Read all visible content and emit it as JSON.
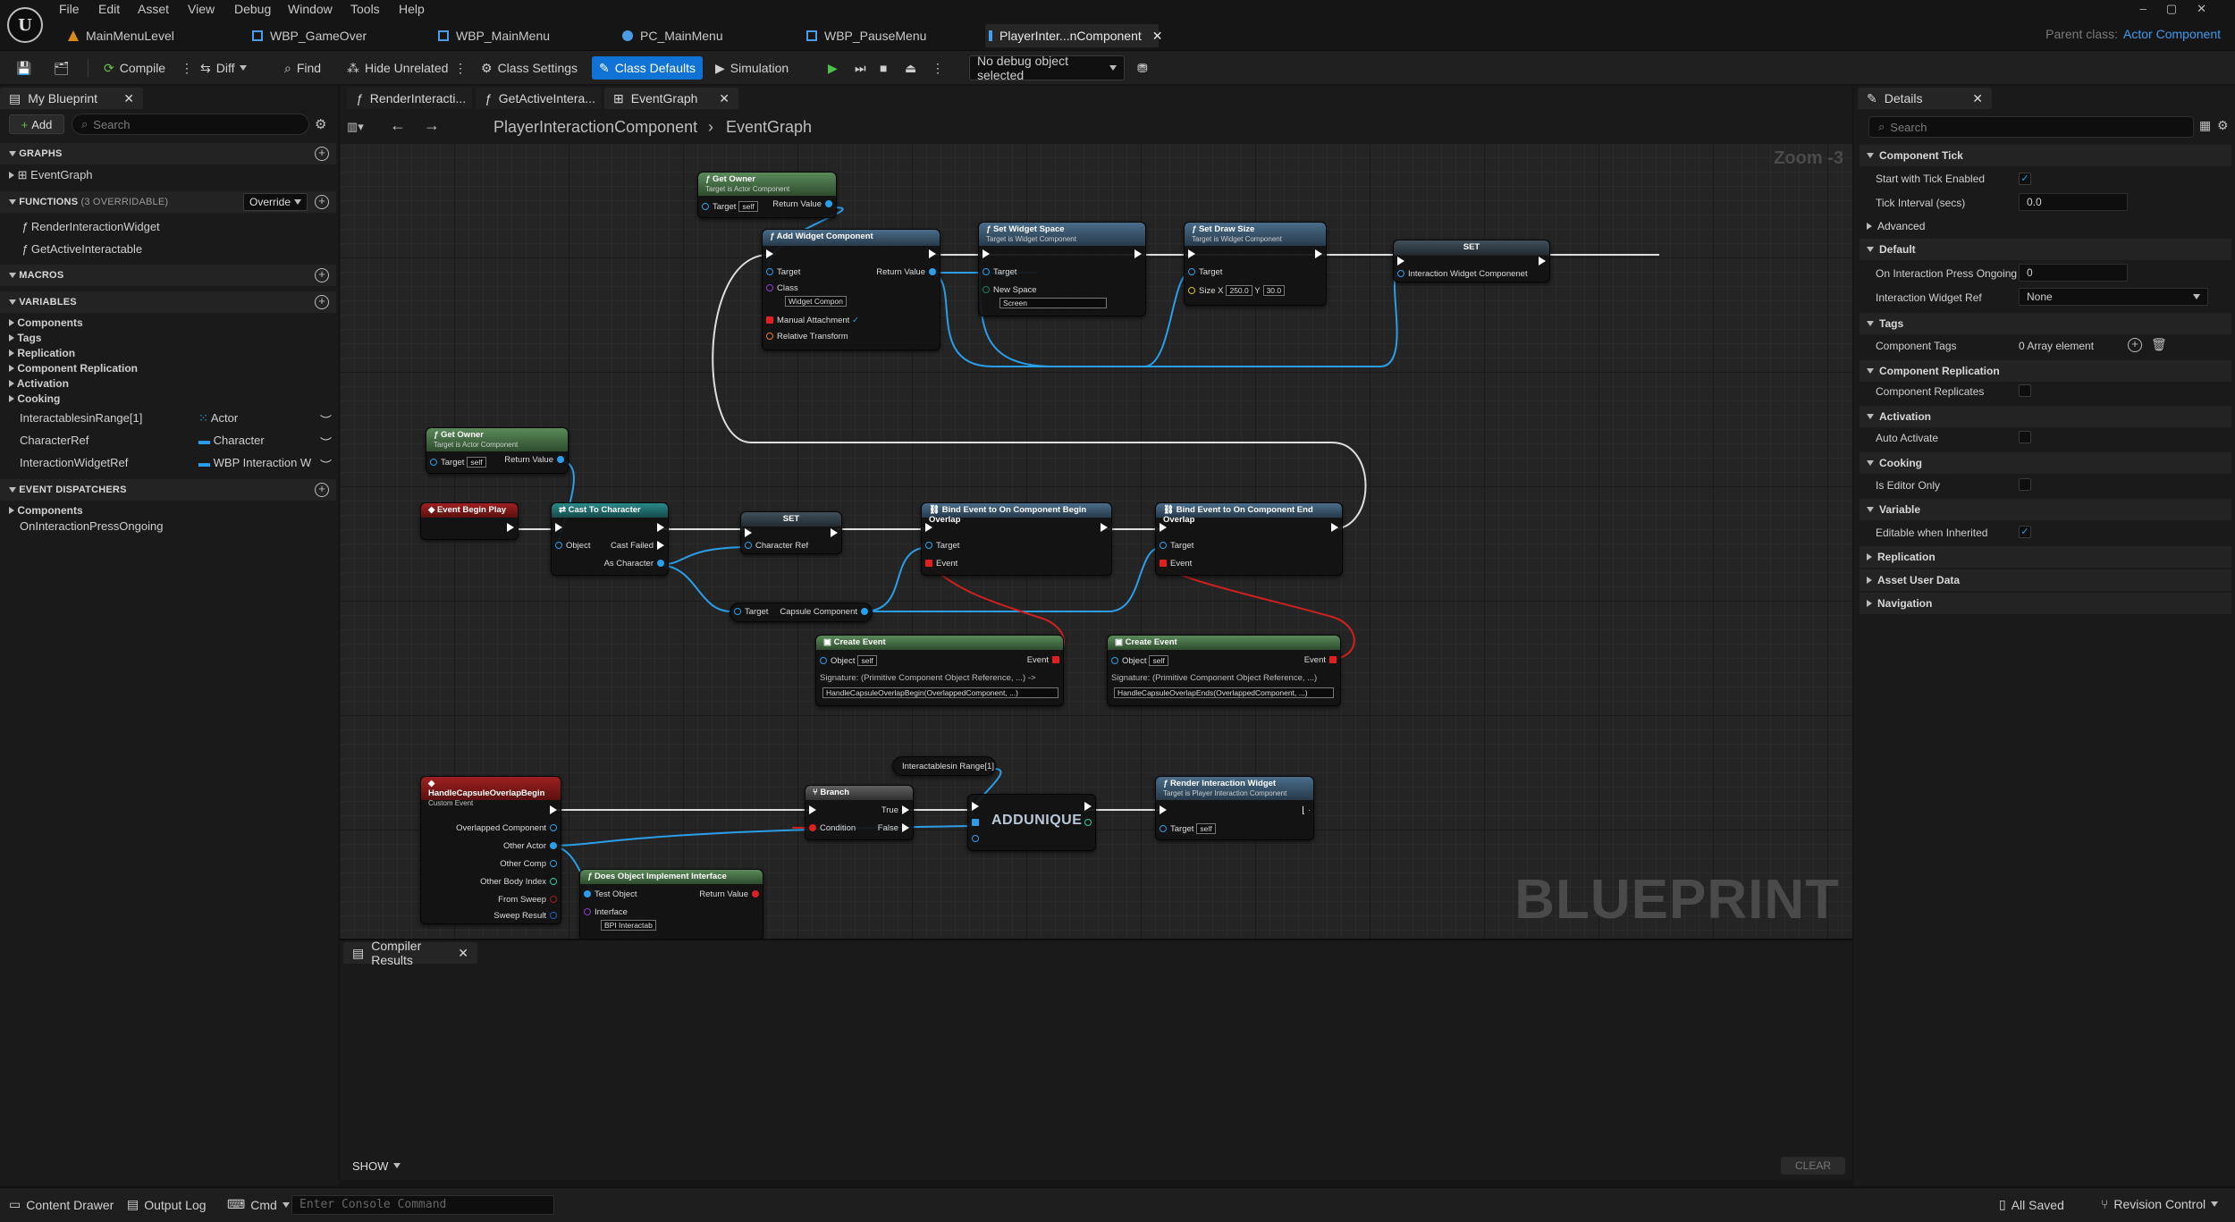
{
  "menu": [
    "File",
    "Edit",
    "Asset",
    "View",
    "Debug",
    "Window",
    "Tools",
    "Help"
  ],
  "tabs": [
    "MainMenuLevel",
    "WBP_GameOver",
    "WBP_MainMenu",
    "PC_MainMenu",
    "WBP_PauseMenu",
    "PlayerInter...nComponent"
  ],
  "parent_class": {
    "label": "Parent class:",
    "value": "Actor Component"
  },
  "toolbar": {
    "compile": "Compile",
    "diff": "Diff",
    "find": "Find",
    "hide_unrelated": "Hide Unrelated",
    "class_settings": "Class Settings",
    "class_defaults": "Class Defaults",
    "simulation": "Simulation",
    "debug_select": "No debug object selected"
  },
  "my_blueprint": {
    "title": "My Blueprint",
    "add": "Add",
    "search_placeholder": "Search",
    "graphs_header": "GRAPHS",
    "graphs": [
      "EventGraph"
    ],
    "functions_header": "FUNCTIONS",
    "functions_count": "(3 OVERRIDABLE)",
    "override": "Override",
    "functions": [
      "RenderInteractionWidget",
      "GetActiveInteractable"
    ],
    "macros_header": "MACROS",
    "variables_header": "VARIABLES",
    "variable_groups": [
      "Components",
      "Tags",
      "Replication",
      "Component Replication",
      "Activation",
      "Cooking"
    ],
    "variables": [
      {
        "name": "InteractablesinRange[1]",
        "type": "Actor",
        "color": "#2a9ee8"
      },
      {
        "name": "CharacterRef",
        "type": "Character",
        "color": "#2a9ee8"
      },
      {
        "name": "InteractionWidgetRef",
        "type": "WBP Interaction W",
        "color": "#2a9ee8"
      }
    ],
    "dispatchers_header": "EVENT DISPATCHERS",
    "dispatcher_group": "Components",
    "dispatchers": [
      "OnInteractionPressOngoing"
    ]
  },
  "graph_tabs": [
    "RenderInteracti...",
    "GetActiveIntera...",
    "EventGraph"
  ],
  "breadcrumb": {
    "root": "PlayerInteractionComponent",
    "leaf": "EventGraph"
  },
  "zoom": "Zoom -3",
  "watermark": "BLUEPRINT",
  "nodes": {
    "get_owner1": {
      "title": "Get Owner",
      "sub": "Target is Actor Component",
      "target": "Target",
      "self": "self",
      "ret": "Return Value"
    },
    "add_widget": {
      "title": "Add Widget Component",
      "target": "Target",
      "ret": "Return Value",
      "class": "Class",
      "class_val": "Widget Compon",
      "manual": "Manual Attachment",
      "rel": "Relative Transform"
    },
    "set_space": {
      "title": "Set Widget Space",
      "sub": "Target is Widget Component",
      "target": "Target",
      "new_space": "New Space",
      "space_val": "Screen"
    },
    "set_draw": {
      "title": "Set Draw Size",
      "sub": "Target is Widget Component",
      "target": "Target",
      "size": "Size",
      "x": "X",
      "xv": "250.0",
      "y": "Y",
      "yv": "30.0"
    },
    "set1": {
      "title": "SET",
      "pin": "Interaction Widget Componenet"
    },
    "get_owner2": {
      "title": "Get Owner",
      "sub": "Target is Actor Component",
      "target": "Target",
      "self": "self",
      "ret": "Return Value"
    },
    "begin_play": {
      "title": "Event Begin Play"
    },
    "cast": {
      "title": "Cast To Character",
      "object": "Object",
      "failed": "Cast Failed",
      "as": "As Character"
    },
    "set2": {
      "title": "SET",
      "pin": "Character Ref"
    },
    "bind_begin": {
      "title": "Bind Event to On Component Begin Overlap",
      "target": "Target",
      "event": "Event"
    },
    "bind_end": {
      "title": "Bind Event to On Component End Overlap",
      "target": "Target",
      "event": "Event"
    },
    "capsule": {
      "target": "Target",
      "ret": "Capsule Component"
    },
    "create1": {
      "title": "Create Event",
      "object": "Object",
      "self": "self",
      "event": "Event",
      "sig": "Signature: (Primitive Component Object Reference, ...) ->",
      "fn": "HandleCapsuleOverlapBegin(OverlappedComponent, ...)"
    },
    "create2": {
      "title": "Create Event",
      "object": "Object",
      "self": "self",
      "event": "Event",
      "sig": "Signature: (Primitive Component Object Reference, ...)",
      "fn": "HandleCapsuleOverlapEnds(OverlappedComponent, ...)"
    },
    "handle": {
      "title": "HandleCapsuleOverlapBegin",
      "sub": "Custom Event",
      "pins": [
        "Overlapped Component",
        "Other Actor",
        "Other Comp",
        "Other Body Index",
        "From Sweep",
        "Sweep Result"
      ]
    },
    "range_var": {
      "title": "Interactablesin Range[1]"
    },
    "branch": {
      "title": "Branch",
      "cond": "Condition",
      "t": "True",
      "f": "False"
    },
    "addunique": {
      "title": "ADDUNIQUE"
    },
    "does_impl": {
      "title": "Does Object Implement Interface",
      "test": "Test Object",
      "ret": "Return Value",
      "iface": "Interface",
      "iface_val": "BPI Interactab"
    },
    "render": {
      "title": "Render Interaction Widget",
      "sub": "Target is Player Interaction Component",
      "target": "Target",
      "self": "self"
    }
  },
  "compiler": {
    "title": "Compiler Results",
    "show": "SHOW",
    "clear": "CLEAR"
  },
  "details": {
    "title": "Details",
    "search_placeholder": "Search",
    "sections": [
      {
        "h": "Component Tick",
        "rows": [
          {
            "l": "Start with Tick Enabled",
            "type": "check",
            "v": true
          },
          {
            "l": "Tick Interval (secs)",
            "type": "field",
            "v": "0.0"
          }
        ]
      },
      {
        "h": "Advanced",
        "collapsed": true,
        "rows": []
      },
      {
        "h": "Default",
        "rows": [
          {
            "l": "On Interaction Press Ongoing",
            "type": "field",
            "v": "0"
          },
          {
            "l": "Interaction Widget Ref",
            "type": "select",
            "v": "None"
          }
        ]
      },
      {
        "h": "Tags",
        "rows": [
          {
            "l": "Component Tags",
            "type": "text",
            "v": "0 Array element"
          }
        ]
      },
      {
        "h": "Component Replication",
        "rows": [
          {
            "l": "Component Replicates",
            "type": "check",
            "v": false
          }
        ]
      },
      {
        "h": "Activation",
        "rows": [
          {
            "l": "Auto Activate",
            "type": "check",
            "v": false
          }
        ]
      },
      {
        "h": "Cooking",
        "rows": [
          {
            "l": "Is Editor Only",
            "type": "check",
            "v": false
          }
        ]
      },
      {
        "h": "Variable",
        "rows": [
          {
            "l": "Editable when Inherited",
            "type": "check",
            "v": true
          }
        ]
      },
      {
        "h": "Replication",
        "collapsed": true,
        "rows": []
      },
      {
        "h": "Asset User Data",
        "collapsed": true,
        "rows": []
      },
      {
        "h": "Navigation",
        "collapsed": true,
        "rows": []
      }
    ]
  },
  "bottom": {
    "content_drawer": "Content Drawer",
    "output_log": "Output Log",
    "cmd": "Cmd",
    "console_placeholder": "Enter Console Command",
    "all_saved": "All Saved",
    "revision": "Revision Control"
  }
}
